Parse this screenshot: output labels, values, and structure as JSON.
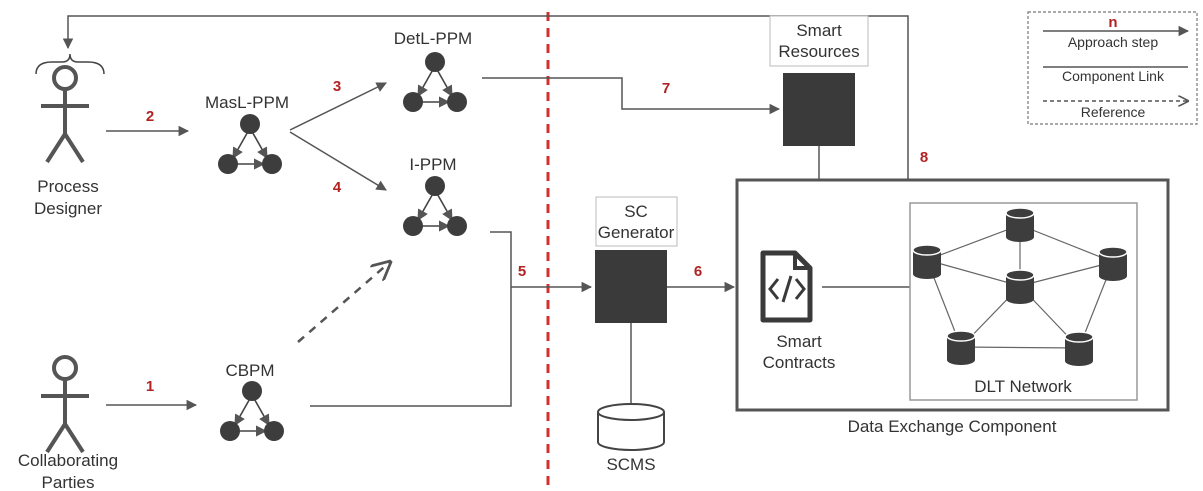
{
  "actors": {
    "designer": [
      "Process",
      "Designer"
    ],
    "parties": [
      "Collaborating",
      "Parties"
    ]
  },
  "models": {
    "masl": "MasL-PPM",
    "detl": "DetL-PPM",
    "ippm": "I-PPM",
    "cbpm": "CBPM"
  },
  "components": {
    "sc_generator": [
      "SC",
      "Generator"
    ],
    "smart_resources": [
      "Smart",
      "Resources"
    ],
    "scms": "SCMS",
    "smart_contracts": [
      "Smart",
      "Contracts"
    ],
    "dlt_network": "DLT Network",
    "data_exchange": "Data Exchange Component"
  },
  "steps": [
    "1",
    "2",
    "3",
    "4",
    "5",
    "6",
    "7",
    "8"
  ],
  "legend": {
    "marker": "n",
    "approach_step": "Approach step",
    "component_link": "Component Link",
    "reference": "Reference"
  },
  "colors": {
    "ink": "#444444",
    "step": "#b22222",
    "divider": "#d32f2f",
    "box_fill": "#3a3a3a"
  }
}
